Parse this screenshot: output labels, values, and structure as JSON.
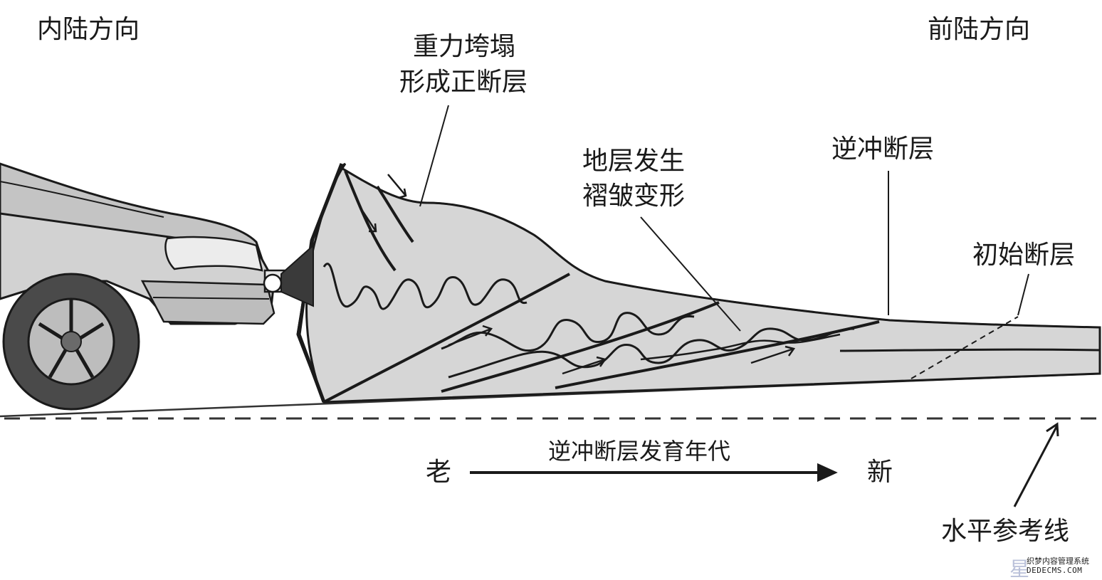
{
  "labels": {
    "inland": "内陆方向",
    "foreland": "前陆方向",
    "gravity_line1": "重力垮塌",
    "gravity_line2": "形成正断层",
    "fold_line1": "地层发生",
    "fold_line2": "褶皱变形",
    "thrust_fault": "逆冲断层",
    "initial_fault": "初始断层",
    "age_title": "逆冲断层发育年代",
    "old": "老",
    "new": "新",
    "horizontal_ref": "水平参考线"
  },
  "watermark": {
    "line1": "织梦内容管理系统",
    "line2": "DEDECMS.COM",
    "line3": "星"
  },
  "colors": {
    "wedge_fill": "#d6d6d6",
    "ink": "#1a1a1a",
    "car_body": "#c4c4c4",
    "tire": "#4a4a4a"
  }
}
